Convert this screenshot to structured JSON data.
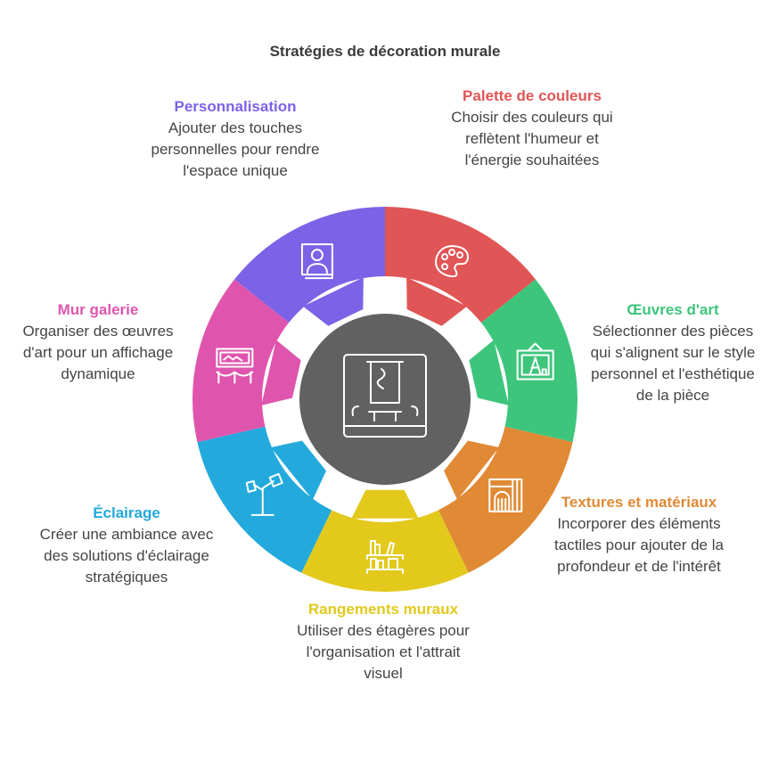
{
  "title": "Stratégies de décoration murale",
  "center_icon": "wall-frame-icon",
  "segments": [
    {
      "key": "palette",
      "heading": "Palette de couleurs",
      "description": "Choisir des couleurs qui reflètent l'humeur et l'énergie souhaitées",
      "color": "#e05555",
      "icon": "palette-icon"
    },
    {
      "key": "art",
      "heading": "Œuvres d'art",
      "description": "Sélectionner des pièces qui s'alignent sur le style personnel et l'esthétique de la pièce",
      "color": "#3ec57c",
      "icon": "framed-artwork-icon"
    },
    {
      "key": "textures",
      "heading": "Textures et matériaux",
      "description": "Incorporer des éléments tactiles pour ajouter de la profondeur et de l'intérêt",
      "color": "#e08a35",
      "icon": "texture-panel-icon"
    },
    {
      "key": "shelves",
      "heading": "Rangements muraux",
      "description": "Utiliser des étagères pour l'organisation et l'attrait visuel",
      "color": "#e2c91c",
      "icon": "bookshelf-icon"
    },
    {
      "key": "lighting",
      "heading": "Éclairage",
      "description": "Créer une ambiance avec des solutions d'éclairage stratégiques",
      "color": "#23a9dc",
      "icon": "lamp-icon"
    },
    {
      "key": "gallery",
      "heading": "Mur galerie",
      "description": "Organiser des œuvres d'art pour un affichage dynamique",
      "color": "#df55ad",
      "icon": "gallery-display-icon"
    },
    {
      "key": "personal",
      "heading": "Personnalisation",
      "description": "Ajouter des touches personnelles pour rendre l'espace unique",
      "color": "#7c62e6",
      "icon": "photo-portrait-icon"
    }
  ]
}
